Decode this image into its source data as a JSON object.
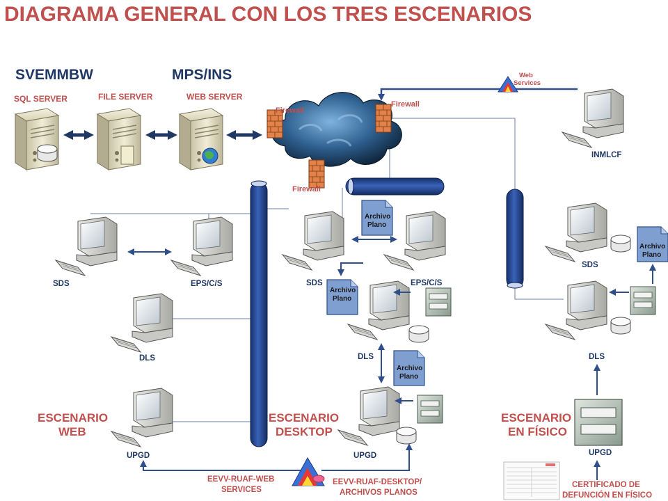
{
  "title": "DIAGRAMA GENERAL CON LOS TRES ESCENARIOS",
  "headers": {
    "left": "SVEMMBW",
    "right": "MPS/INS"
  },
  "servers": {
    "sql": "SQL SERVER",
    "file": "FILE SERVER",
    "web": "WEB SERVER"
  },
  "firewall": "Firewall",
  "web_services": {
    "line1": "Web",
    "line2": "Services"
  },
  "archivo": {
    "line1": "Archivo",
    "line2": "Plano"
  },
  "computers": {
    "inmlcf": "INMLCF",
    "sds": "SDS",
    "eps": "EPS/C/S",
    "dls": "DLS",
    "upgd": "UPGD"
  },
  "scenarios": {
    "web": {
      "line1": "ESCENARIO",
      "line2": "WEB"
    },
    "desktop": {
      "line1": "ESCENARIO",
      "line2": "DESKTOP"
    },
    "fisico": {
      "line1": "ESCENARIO",
      "line2": "EN FÍSICO"
    }
  },
  "bottom": {
    "web": {
      "line1": "EEVV-RUAF-WEB",
      "line2": "SERVICES"
    },
    "desktop": {
      "line1": "EEVV-RUAF-DESKTOP/",
      "line2": "ARCHIVOS PLANOS"
    },
    "cert": {
      "line1": "CERTIFICADO DE",
      "line2": "DEFUNCIÓN EN FÍSICO"
    }
  },
  "colors": {
    "title": "#c0504d",
    "navy": "#1f3864",
    "arrow": "#2e4f8c",
    "pipe": "#1e3f8a",
    "document": "#7f9fd1",
    "cloud": "#2a5f8f"
  }
}
